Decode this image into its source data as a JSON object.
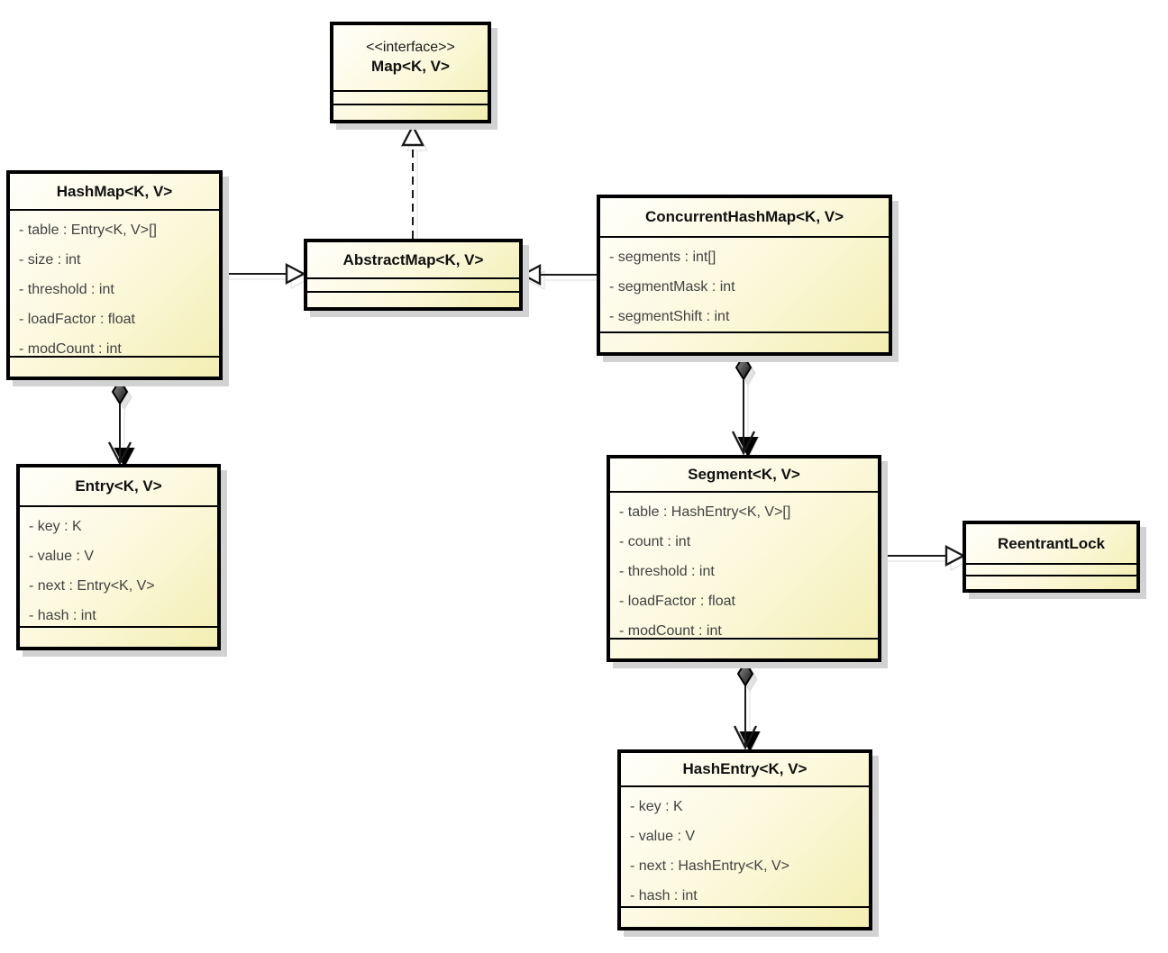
{
  "diagram": {
    "title": "Java Map classes UML diagram",
    "background_color": "#ffffff",
    "node_fill_light": "#fffffa",
    "node_fill_dark": "#f3eeb2",
    "node_border_color": "#000000",
    "node_shadow_color": "#d2d2d2",
    "attribute_text_color": "#424242"
  },
  "classes": {
    "map": {
      "stereotype": "<<interface>>",
      "title": "Map<K, V>",
      "attributes": []
    },
    "hashmap": {
      "title": "HashMap<K, V>",
      "attributes": [
        "- table : Entry<K, V>[]",
        "- size : int",
        "- threshold : int",
        "- loadFactor : float",
        "- modCount : int"
      ]
    },
    "abstractmap": {
      "title": "AbstractMap<K, V>",
      "attributes": []
    },
    "concurrenthashmap": {
      "title": "ConcurrentHashMap<K, V>",
      "attributes": [
        "- segments : int[]",
        "- segmentMask : int",
        "- segmentShift : int"
      ]
    },
    "entry": {
      "title": "Entry<K, V>",
      "attributes": [
        "- key : K",
        "- value : V",
        "- next : Entry<K, V>",
        "- hash : int"
      ]
    },
    "segment": {
      "title": "Segment<K, V>",
      "attributes": [
        "- table : HashEntry<K, V>[]",
        "- count : int",
        "- threshold : int",
        "- loadFactor : float",
        "- modCount : int"
      ]
    },
    "reentrantlock": {
      "title": "ReentrantLock",
      "attributes": []
    },
    "hashentry": {
      "title": "HashEntry<K, V>",
      "attributes": [
        "- key : K",
        "- value : V",
        "- next : HashEntry<K, V>",
        "- hash : int"
      ]
    }
  },
  "relationships": [
    {
      "from": "HashMap<K, V>",
      "to": "AbstractMap<K, V>",
      "type": "generalization"
    },
    {
      "from": "ConcurrentHashMap<K, V>",
      "to": "AbstractMap<K, V>",
      "type": "generalization"
    },
    {
      "from": "AbstractMap<K, V>",
      "to": "Map<K, V>",
      "type": "realization"
    },
    {
      "from": "HashMap<K, V>",
      "to": "Entry<K, V>",
      "type": "composition"
    },
    {
      "from": "ConcurrentHashMap<K, V>",
      "to": "Segment<K, V>",
      "type": "composition"
    },
    {
      "from": "Segment<K, V>",
      "to": "HashEntry<K, V>",
      "type": "composition"
    },
    {
      "from": "Segment<K, V>",
      "to": "ReentrantLock",
      "type": "generalization"
    }
  ]
}
